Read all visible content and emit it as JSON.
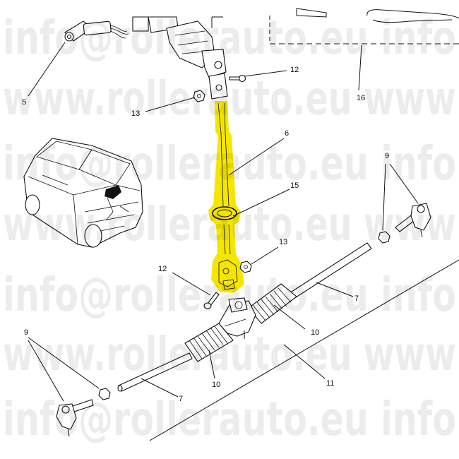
{
  "diagram": {
    "parts": [
      {
        "id": "5",
        "label": "5"
      },
      {
        "id": "6",
        "label": "6"
      },
      {
        "id": "7a",
        "label": "7"
      },
      {
        "id": "7b",
        "label": "7"
      },
      {
        "id": "9a",
        "label": "9"
      },
      {
        "id": "9b",
        "label": "9"
      },
      {
        "id": "10a",
        "label": "10"
      },
      {
        "id": "10b",
        "label": "10"
      },
      {
        "id": "11",
        "label": "11"
      },
      {
        "id": "12a",
        "label": "12"
      },
      {
        "id": "12b",
        "label": "12"
      },
      {
        "id": "13a",
        "label": "13"
      },
      {
        "id": "13b",
        "label": "13"
      },
      {
        "id": "15",
        "label": "15"
      },
      {
        "id": "16",
        "label": "16"
      }
    ],
    "highlight_color": "#f5e600",
    "highlighted_part": "6"
  },
  "watermark": {
    "rows": [
      "info@rollerauto.eu info",
      "www.rollerauto.eu www",
      "info@rollerauto.eu info",
      "www.rollerauto.eu www",
      "info@rollerauto.eu info",
      "www.rollerauto.eu www",
      "info@rollerauto.eu info"
    ]
  }
}
